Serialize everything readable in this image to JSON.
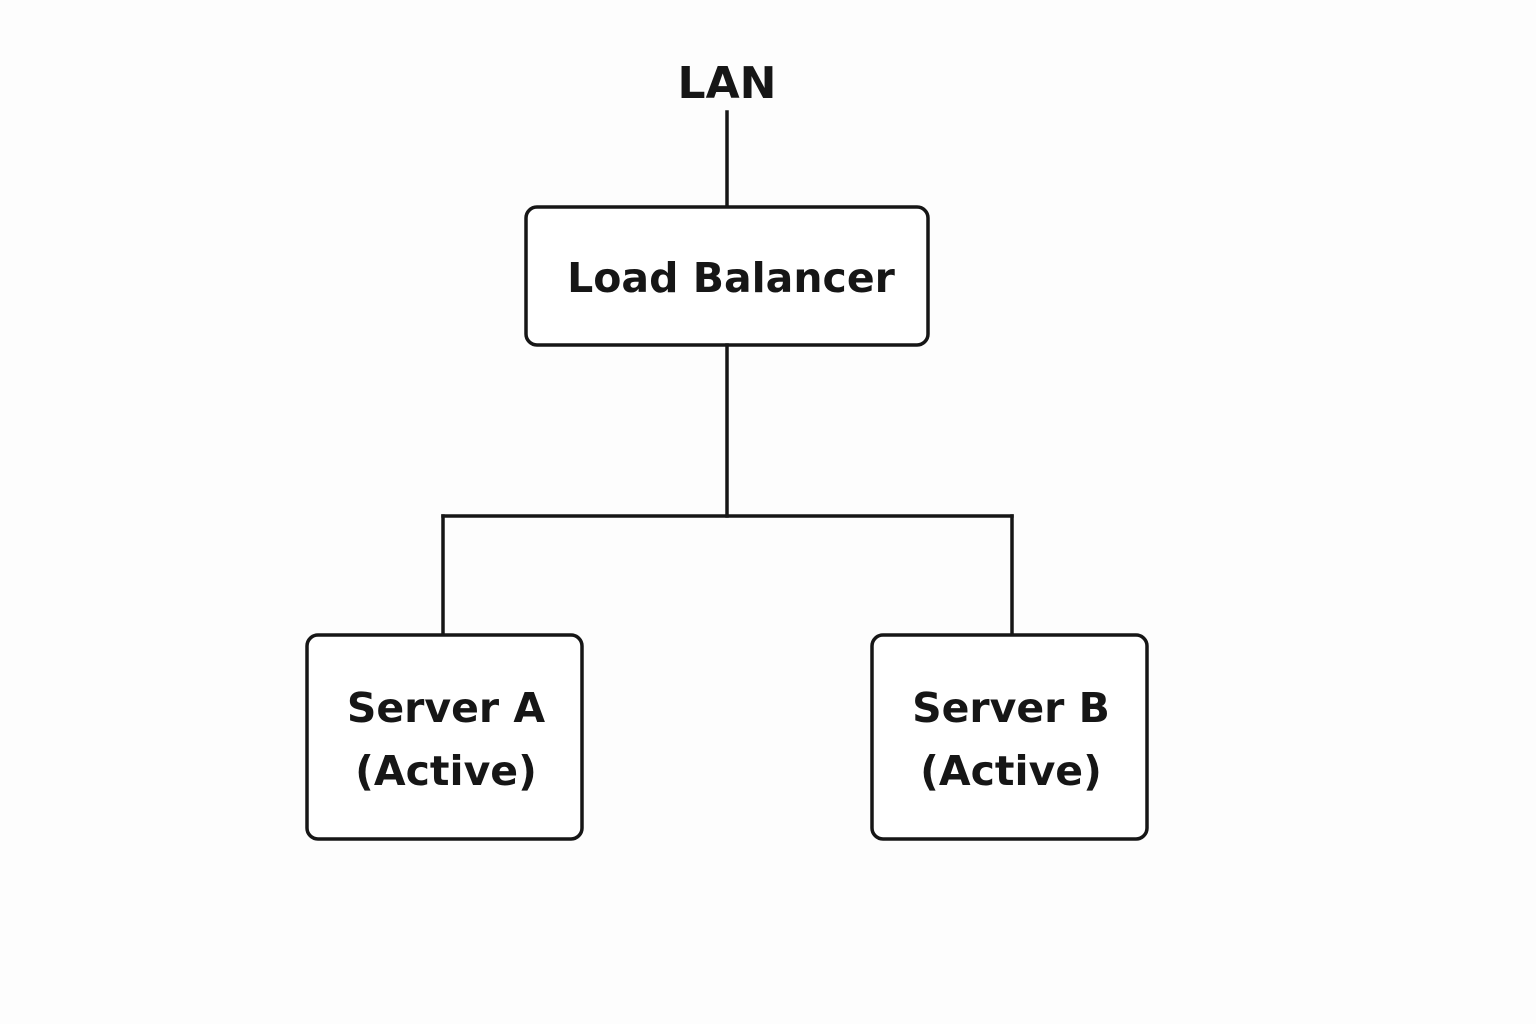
{
  "diagram": {
    "top_label": "LAN",
    "load_balancer": {
      "label": "Load Balancer"
    },
    "servers": [
      {
        "name": "Server A",
        "status": "(Active)"
      },
      {
        "name": "Server B",
        "status": "(Active)"
      }
    ]
  },
  "colors": {
    "background": "#fdfdfd",
    "stroke": "#161616",
    "text": "#161616"
  }
}
